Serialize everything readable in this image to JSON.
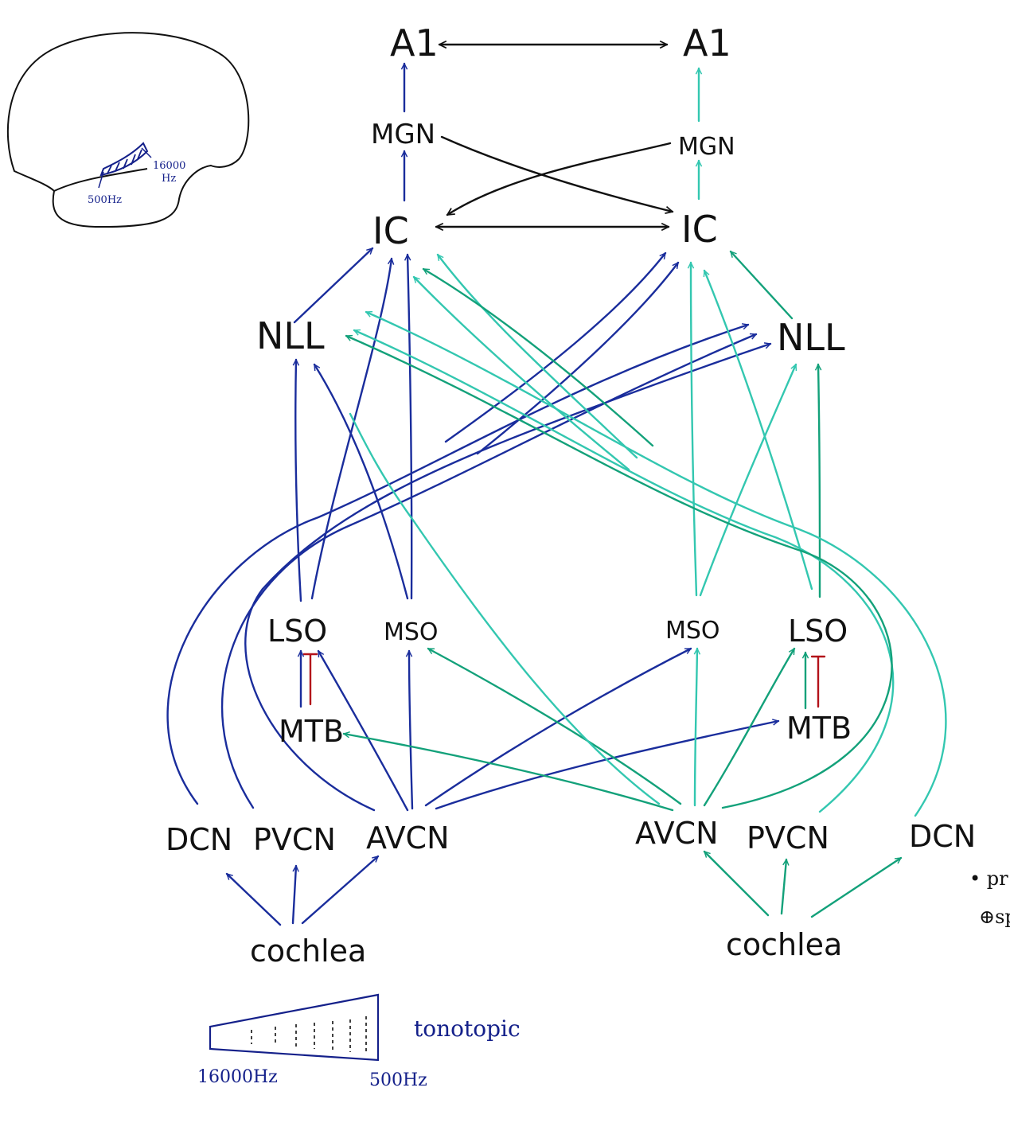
{
  "colors": {
    "blue": "#1a2d9c",
    "green": "#13a17a",
    "teal": "#33c7b0",
    "black": "#111111",
    "red": "#b3121a",
    "annotation": "#14208a"
  },
  "brain_inset": {
    "label_high": "16000",
    "label_high_unit": "Hz",
    "label_low": "500Hz"
  },
  "left": {
    "a1": "A1",
    "mgn": "MGN",
    "ic": "IC",
    "nll": "NLL",
    "lso": "LSO",
    "mso": "MSO",
    "mtb": "MTB",
    "dcn": "DCN",
    "pvcn": "PVCN",
    "avcn": "AVCN",
    "cochlea": "cochlea"
  },
  "right": {
    "a1": "A1",
    "mgn": "MGN",
    "ic": "IC",
    "nll": "NLL",
    "lso": "LSO",
    "mso": "MSO",
    "mtb": "MTB",
    "dcn": "DCN",
    "pvcn": "PVCN",
    "avcn": "AVCN",
    "cochlea": "cochlea"
  },
  "tonotopic": {
    "label": "tonotopic",
    "high": "16000Hz",
    "low": "500Hz"
  },
  "margin_notes": [
    "• pr",
    "⊕sp"
  ]
}
